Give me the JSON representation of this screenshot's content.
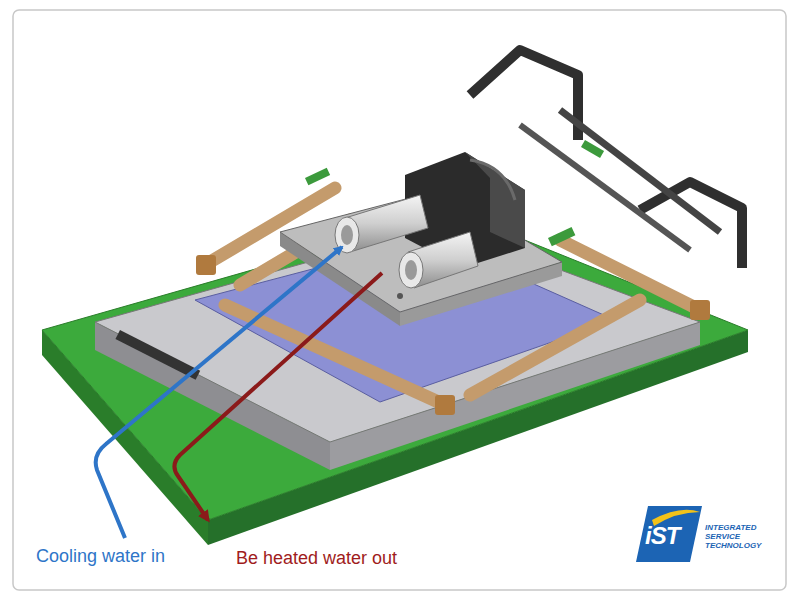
{
  "diagram": {
    "labels": [
      "Cooling water in",
      "Be heated water out",
      "iST",
      "INTEGRATED SERVICE TECHNOLOGY"
    ]
  }
}
